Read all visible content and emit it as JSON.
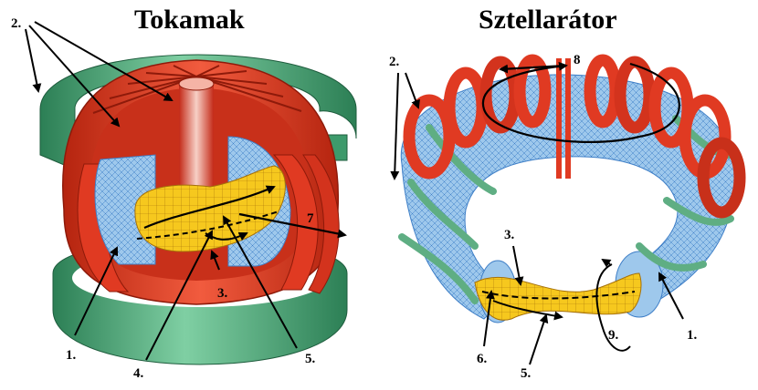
{
  "titles": {
    "left": "Tokamak",
    "right": "Sztellarátor"
  },
  "labels": {
    "tok_coils": "2.",
    "tok_plasma": "3.",
    "tok_vessel": "1.",
    "tok_current": "4.",
    "tok_field": "5.",
    "tok_flow": "7",
    "st_coils": "2.",
    "st_plasma": "3.",
    "st_vessel": "1.",
    "st_6": "6.",
    "st_field": "5.",
    "st_8": "8",
    "st_9": "9."
  },
  "colors": {
    "coil_red": "#e03a22",
    "coil_dark": "#a8200f",
    "vessel_blue": "#9ec8ec",
    "plasma_yellow": "#f6c81e",
    "helix_green": "#5fae83",
    "ring_green": "#2f8e5f"
  }
}
